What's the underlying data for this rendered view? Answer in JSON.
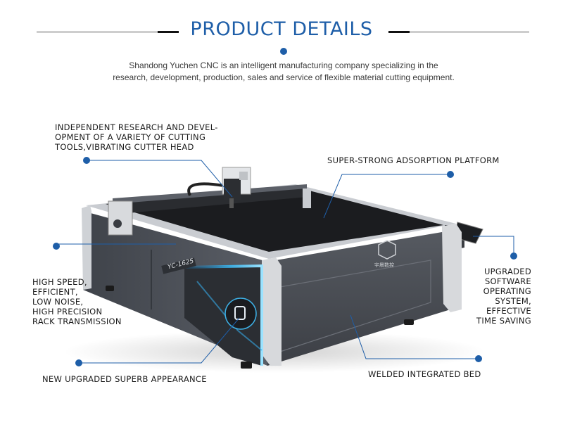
{
  "header": {
    "title": "PRODUCT DETAILS",
    "intro_line1": "Shandong Yuchen CNC is an intelligent manufacturing company specializing in the",
    "intro_line2": "research, development, production, sales and service of flexible material cutting equipment."
  },
  "product": {
    "model_label": "YC-1625",
    "logo_text": "宇晨数控"
  },
  "callouts": {
    "cutter_head": [
      "INDEPENDENT RESEARCH AND DEVEL-",
      "OPMENT OF A VARIETY OF CUTTING",
      "TOOLS,VIBRATING CUTTER HEAD"
    ],
    "platform": "SUPER-STRONG ADSORPTION PLATFORM",
    "rack": [
      "HIGH SPEED,",
      "EFFICIENT,",
      "LOW NOISE,",
      "HIGH PRECISION",
      "RACK TRANSMISSION"
    ],
    "software": [
      "UPGRADED",
      "SOFTWARE",
      "OPERATING",
      "SYSTEM,",
      "EFFECTIVE",
      "TIME SAVING"
    ],
    "appearance": "NEW UPGRADED SUPERB APPEARANCE",
    "bed": "WELDED INTEGRATED BED"
  },
  "colors": {
    "accent": "#1e5ea8",
    "machine_body": "#474b52",
    "table_surface": "#1b1c1f",
    "highlight": "#3fb8f0"
  }
}
